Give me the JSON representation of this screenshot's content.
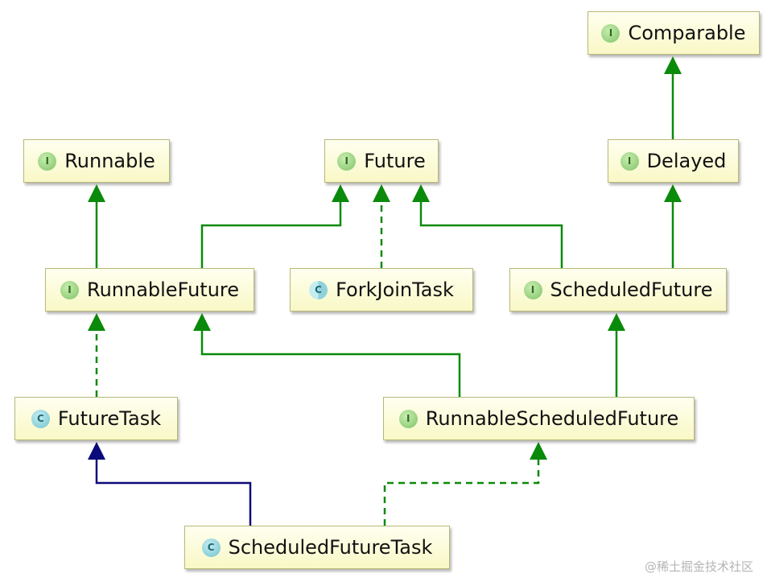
{
  "nodes": [
    {
      "id": "Comparable",
      "label": "Comparable",
      "kind": "interface",
      "badge": "I"
    },
    {
      "id": "Runnable",
      "label": "Runnable",
      "kind": "interface",
      "badge": "I"
    },
    {
      "id": "Future",
      "label": "Future",
      "kind": "interface",
      "badge": "I"
    },
    {
      "id": "Delayed",
      "label": "Delayed",
      "kind": "interface",
      "badge": "I"
    },
    {
      "id": "RunnableFuture",
      "label": "RunnableFuture",
      "kind": "interface",
      "badge": "I"
    },
    {
      "id": "ForkJoinTask",
      "label": "ForkJoinTask",
      "kind": "abstract-class",
      "badge": "C"
    },
    {
      "id": "ScheduledFuture",
      "label": "ScheduledFuture",
      "kind": "interface",
      "badge": "I"
    },
    {
      "id": "FutureTask",
      "label": "FutureTask",
      "kind": "class",
      "badge": "C"
    },
    {
      "id": "RunnableScheduledFuture",
      "label": "RunnableScheduledFuture",
      "kind": "interface",
      "badge": "I"
    },
    {
      "id": "ScheduledFutureTask",
      "label": "ScheduledFutureTask",
      "kind": "class",
      "badge": "C"
    }
  ],
  "edges": [
    {
      "from": "Delayed",
      "to": "Comparable",
      "type": "extends-interface"
    },
    {
      "from": "RunnableFuture",
      "to": "Runnable",
      "type": "extends-interface"
    },
    {
      "from": "RunnableFuture",
      "to": "Future",
      "type": "extends-interface"
    },
    {
      "from": "ForkJoinTask",
      "to": "Future",
      "type": "implements"
    },
    {
      "from": "ScheduledFuture",
      "to": "Future",
      "type": "extends-interface"
    },
    {
      "from": "ScheduledFuture",
      "to": "Delayed",
      "type": "extends-interface"
    },
    {
      "from": "FutureTask",
      "to": "RunnableFuture",
      "type": "implements"
    },
    {
      "from": "RunnableScheduledFuture",
      "to": "RunnableFuture",
      "type": "extends-interface"
    },
    {
      "from": "RunnableScheduledFuture",
      "to": "ScheduledFuture",
      "type": "extends-interface"
    },
    {
      "from": "ScheduledFutureTask",
      "to": "FutureTask",
      "type": "extends-class"
    },
    {
      "from": "ScheduledFutureTask",
      "to": "RunnableScheduledFuture",
      "type": "implements"
    }
  ],
  "colors": {
    "interface_edge": "#0a8a0a",
    "class_edge": "#0a0a7a"
  },
  "watermark": "@稀土掘金技术社区"
}
